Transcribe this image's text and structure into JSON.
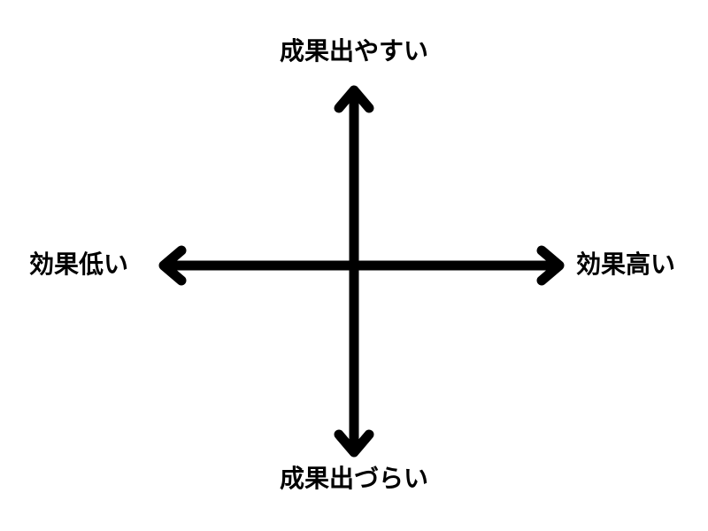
{
  "labels": {
    "top": "成果出やすい",
    "bottom": "成果出づらい",
    "left": "効果低い",
    "right": "効果高い"
  },
  "colors": {
    "axis": "#000000",
    "text": "#000000",
    "background": "#ffffff"
  }
}
